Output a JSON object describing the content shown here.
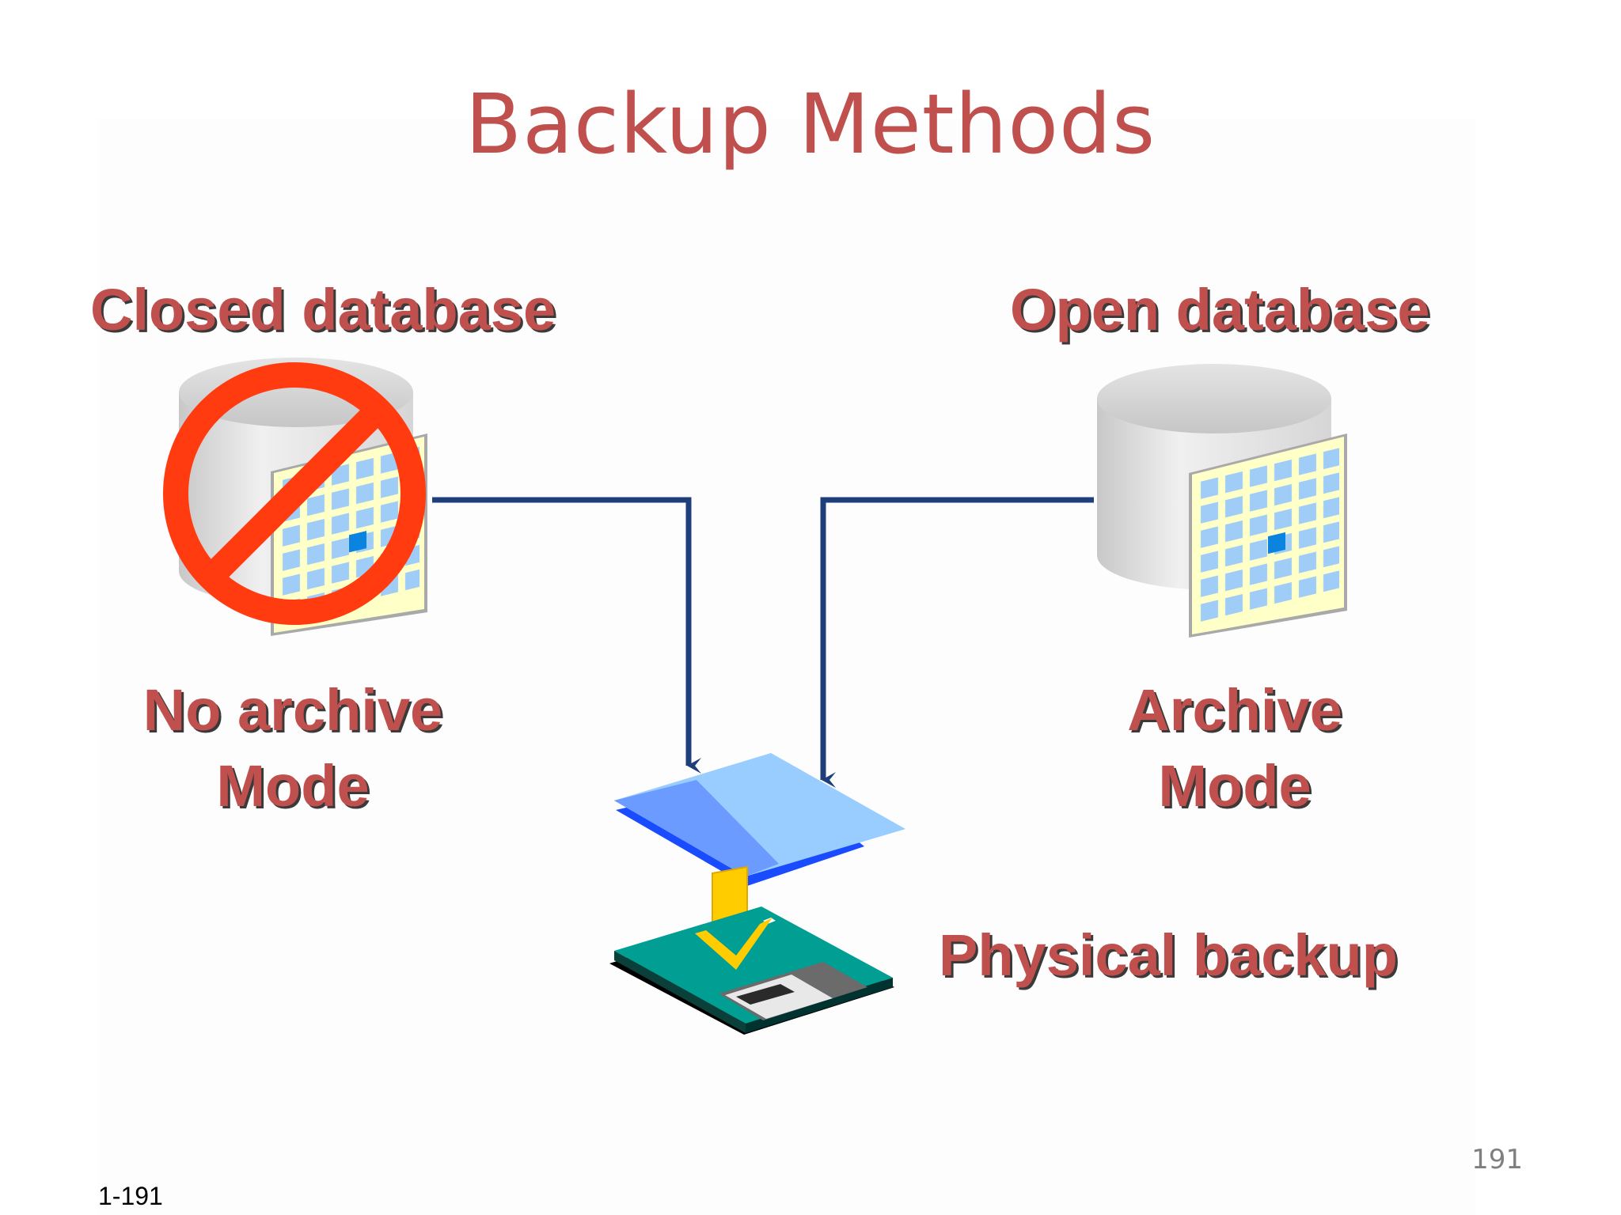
{
  "slide": {
    "title": "Backup Methods",
    "page_number": "191",
    "slide_id": "1-191"
  },
  "closed_db": {
    "heading": "Closed database",
    "mode_line1": "No archive",
    "mode_line2": "Mode",
    "icon": "database-prohibited-icon"
  },
  "open_db": {
    "heading": "Open database",
    "mode_line1": "Archive",
    "mode_line2": "Mode",
    "icon": "database-icon"
  },
  "backup": {
    "label": "Physical backup",
    "icon": "floppy-disk-icon"
  },
  "colors": {
    "title": "#c0504d",
    "label": "#c0504d",
    "connector": "#1f3f7a",
    "prohibit": "#ff3b0f",
    "disk": "#009e93",
    "arrow": "#ffcc00",
    "sheet_top": "#99ccff",
    "sheet_bottom": "#3366ff"
  }
}
